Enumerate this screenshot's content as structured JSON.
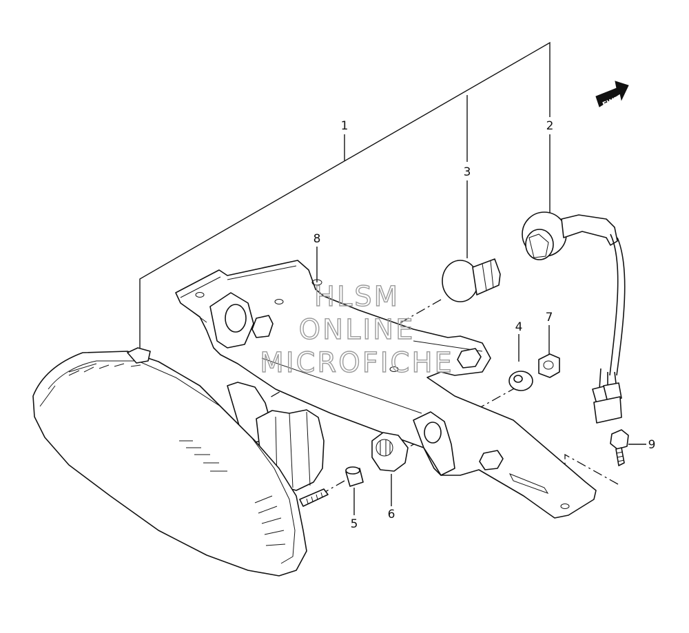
{
  "diagram": {
    "parts": [
      {
        "number": "1"
      },
      {
        "number": "2"
      },
      {
        "number": "3"
      },
      {
        "number": "4"
      },
      {
        "number": "5"
      },
      {
        "number": "6"
      },
      {
        "number": "7"
      },
      {
        "number": "8"
      },
      {
        "number": "9"
      }
    ],
    "direction_badge": "FWD",
    "watermark": [
      "HLSM",
      "ONLINE",
      "MICROFICHE"
    ]
  }
}
